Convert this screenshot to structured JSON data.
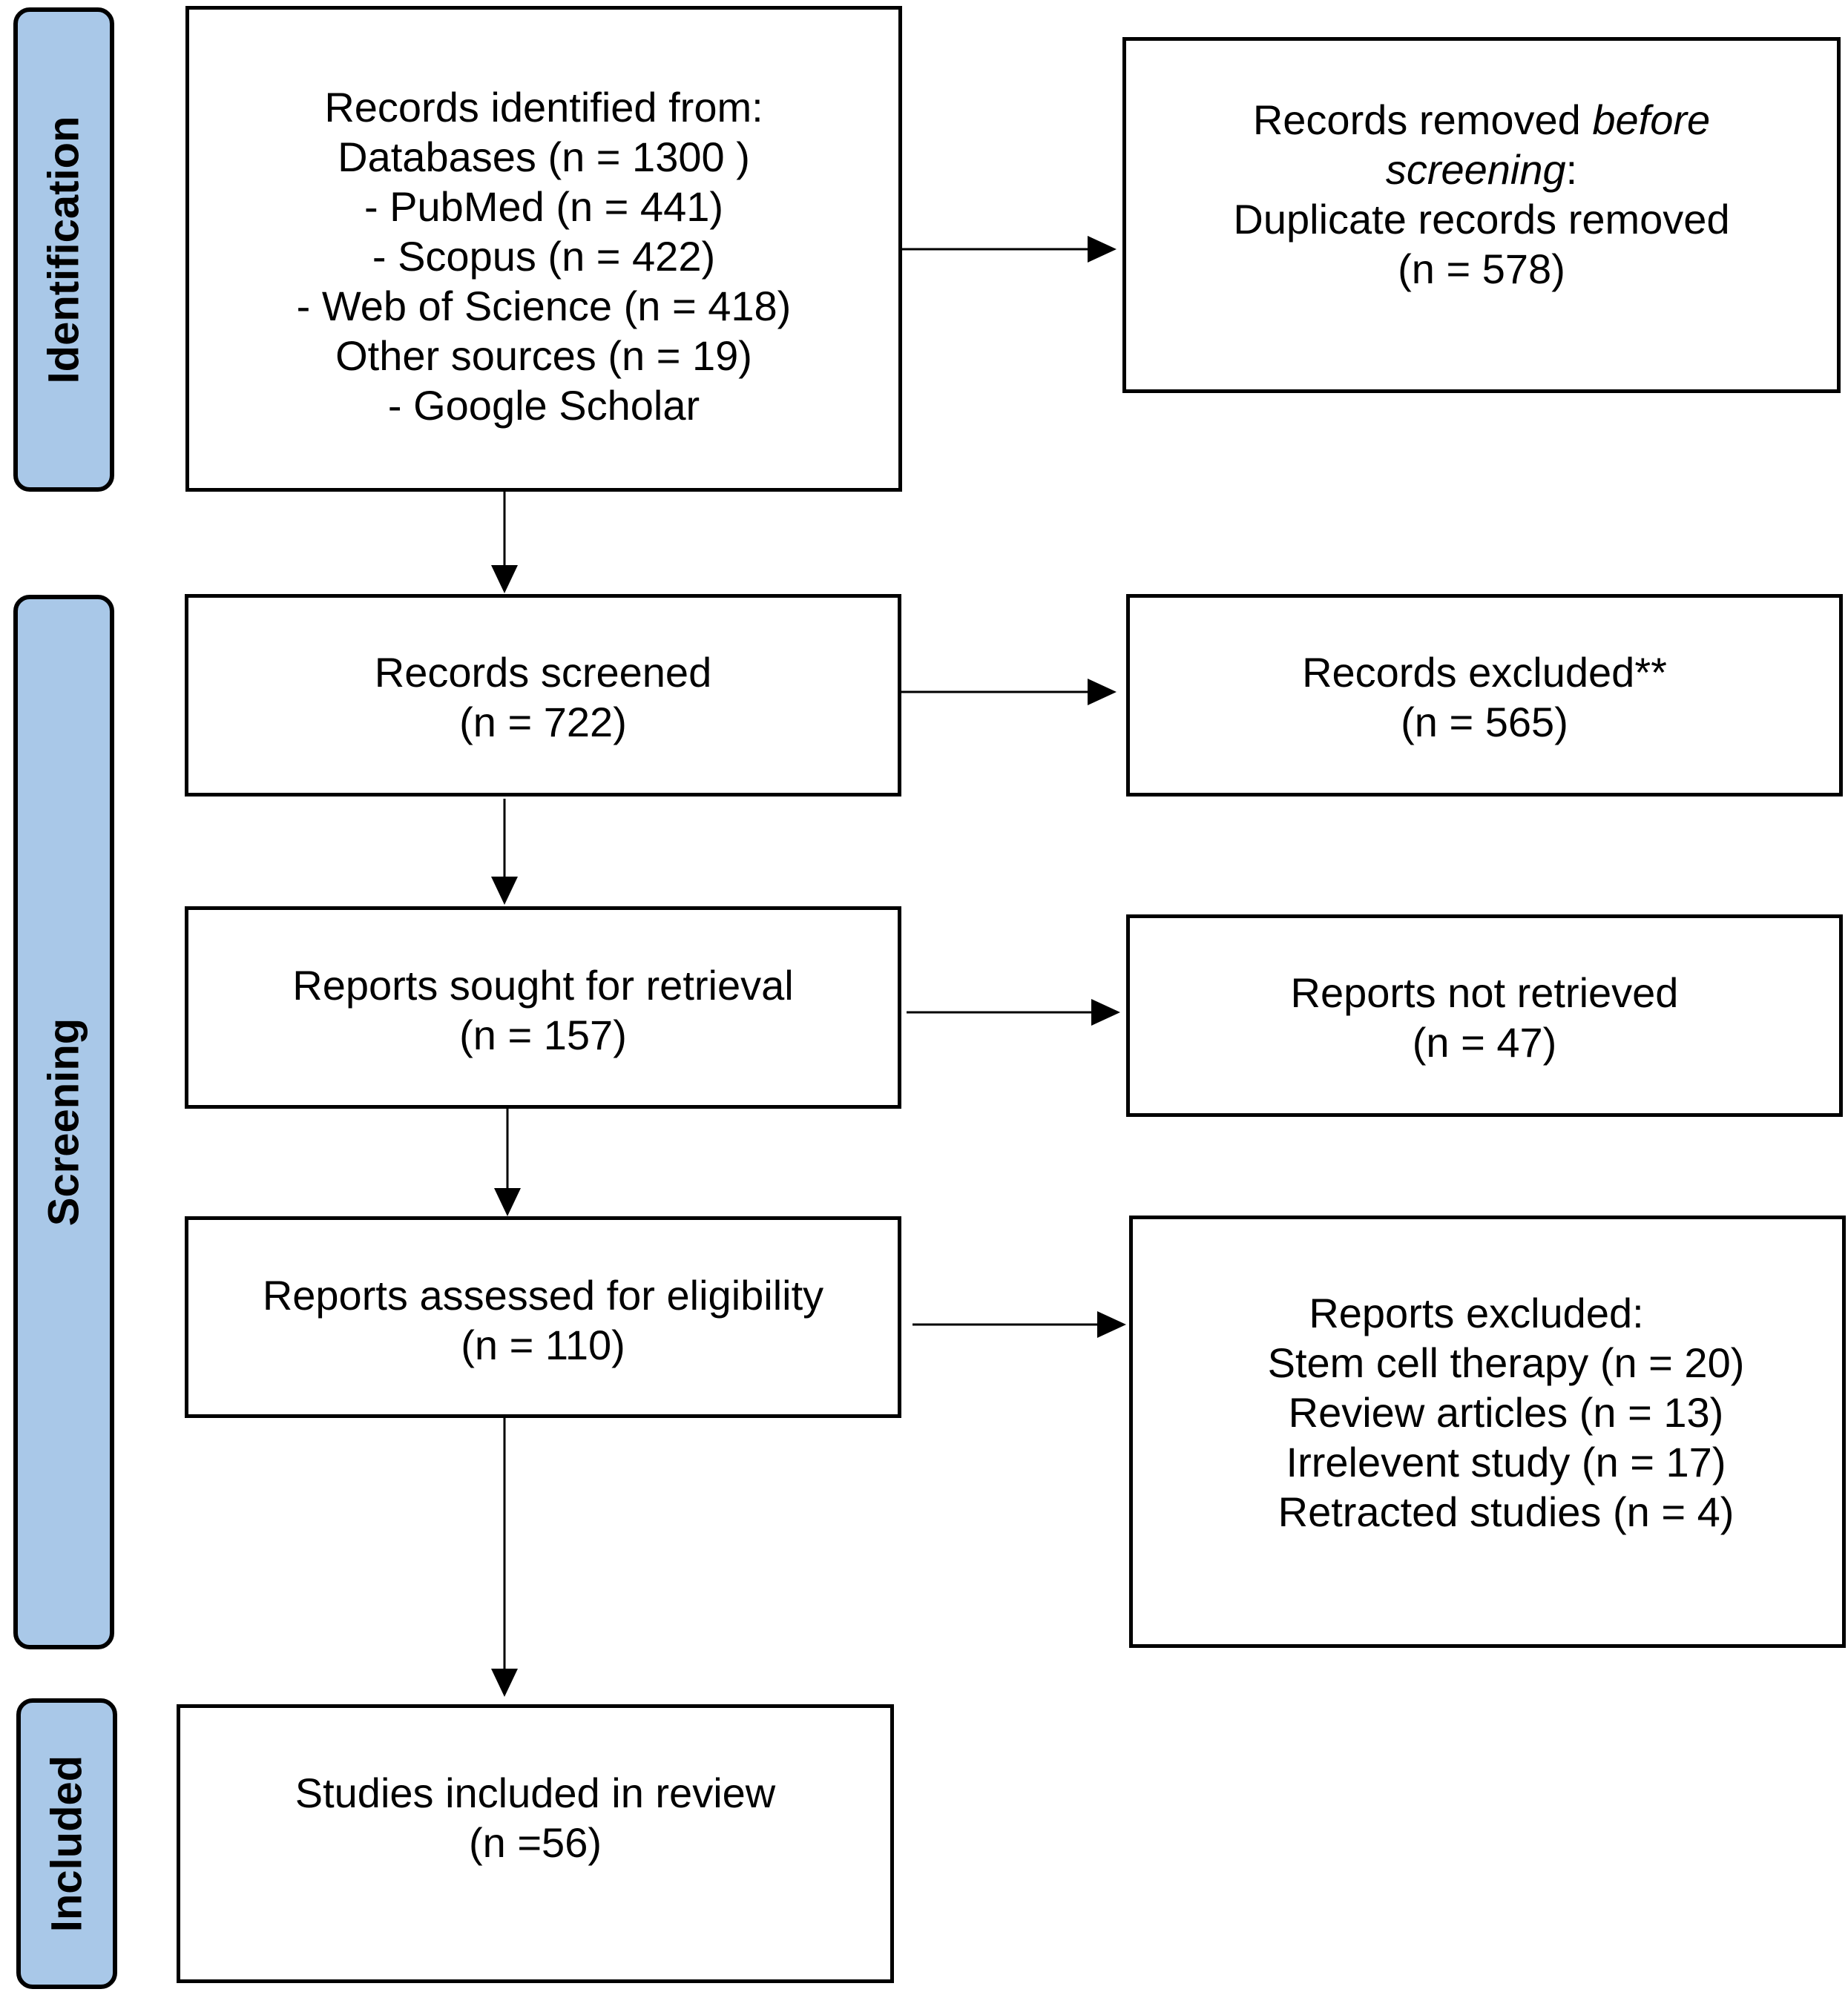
{
  "phases": {
    "identification": "Identification",
    "screening": "Screening",
    "included": "Included"
  },
  "boxes": {
    "records_identified": {
      "lines": [
        "Records identified from:",
        "Databases (n = 1300 )",
        "- PubMed (n = 441)",
        "- Scopus (n = 422)",
        "- Web of Science (n = 418)",
        "Other sources (n = 19)",
        "- Google Scholar"
      ]
    },
    "records_removed": {
      "line1_prefix": "Records removed ",
      "line1_italic": "before",
      "line2_italic": "screening",
      "line2_suffix": ":",
      "line3": "Duplicate records removed",
      "line4": "(n = 578)"
    },
    "records_screened": {
      "lines": [
        "Records screened",
        "(n = 722)"
      ]
    },
    "records_excluded": {
      "lines": [
        "Records excluded**",
        "(n = 565)"
      ]
    },
    "reports_sought": {
      "lines": [
        "Reports sought for retrieval",
        "(n = 157)"
      ]
    },
    "reports_not_retrieved": {
      "lines": [
        "Reports not retrieved",
        "(n = 47)"
      ]
    },
    "reports_assessed": {
      "lines": [
        "Reports assessed for eligibility",
        "(n = 110)"
      ]
    },
    "reports_excluded": {
      "lines": [
        "Reports excluded:",
        "Stem cell therapy (n = 20)",
        "Review articles (n = 13)",
        "Irrelevent study (n = 17)",
        "Retracted studies (n = 4)"
      ]
    },
    "studies_included": {
      "lines": [
        "Studies included in review",
        "(n =56)"
      ]
    }
  }
}
